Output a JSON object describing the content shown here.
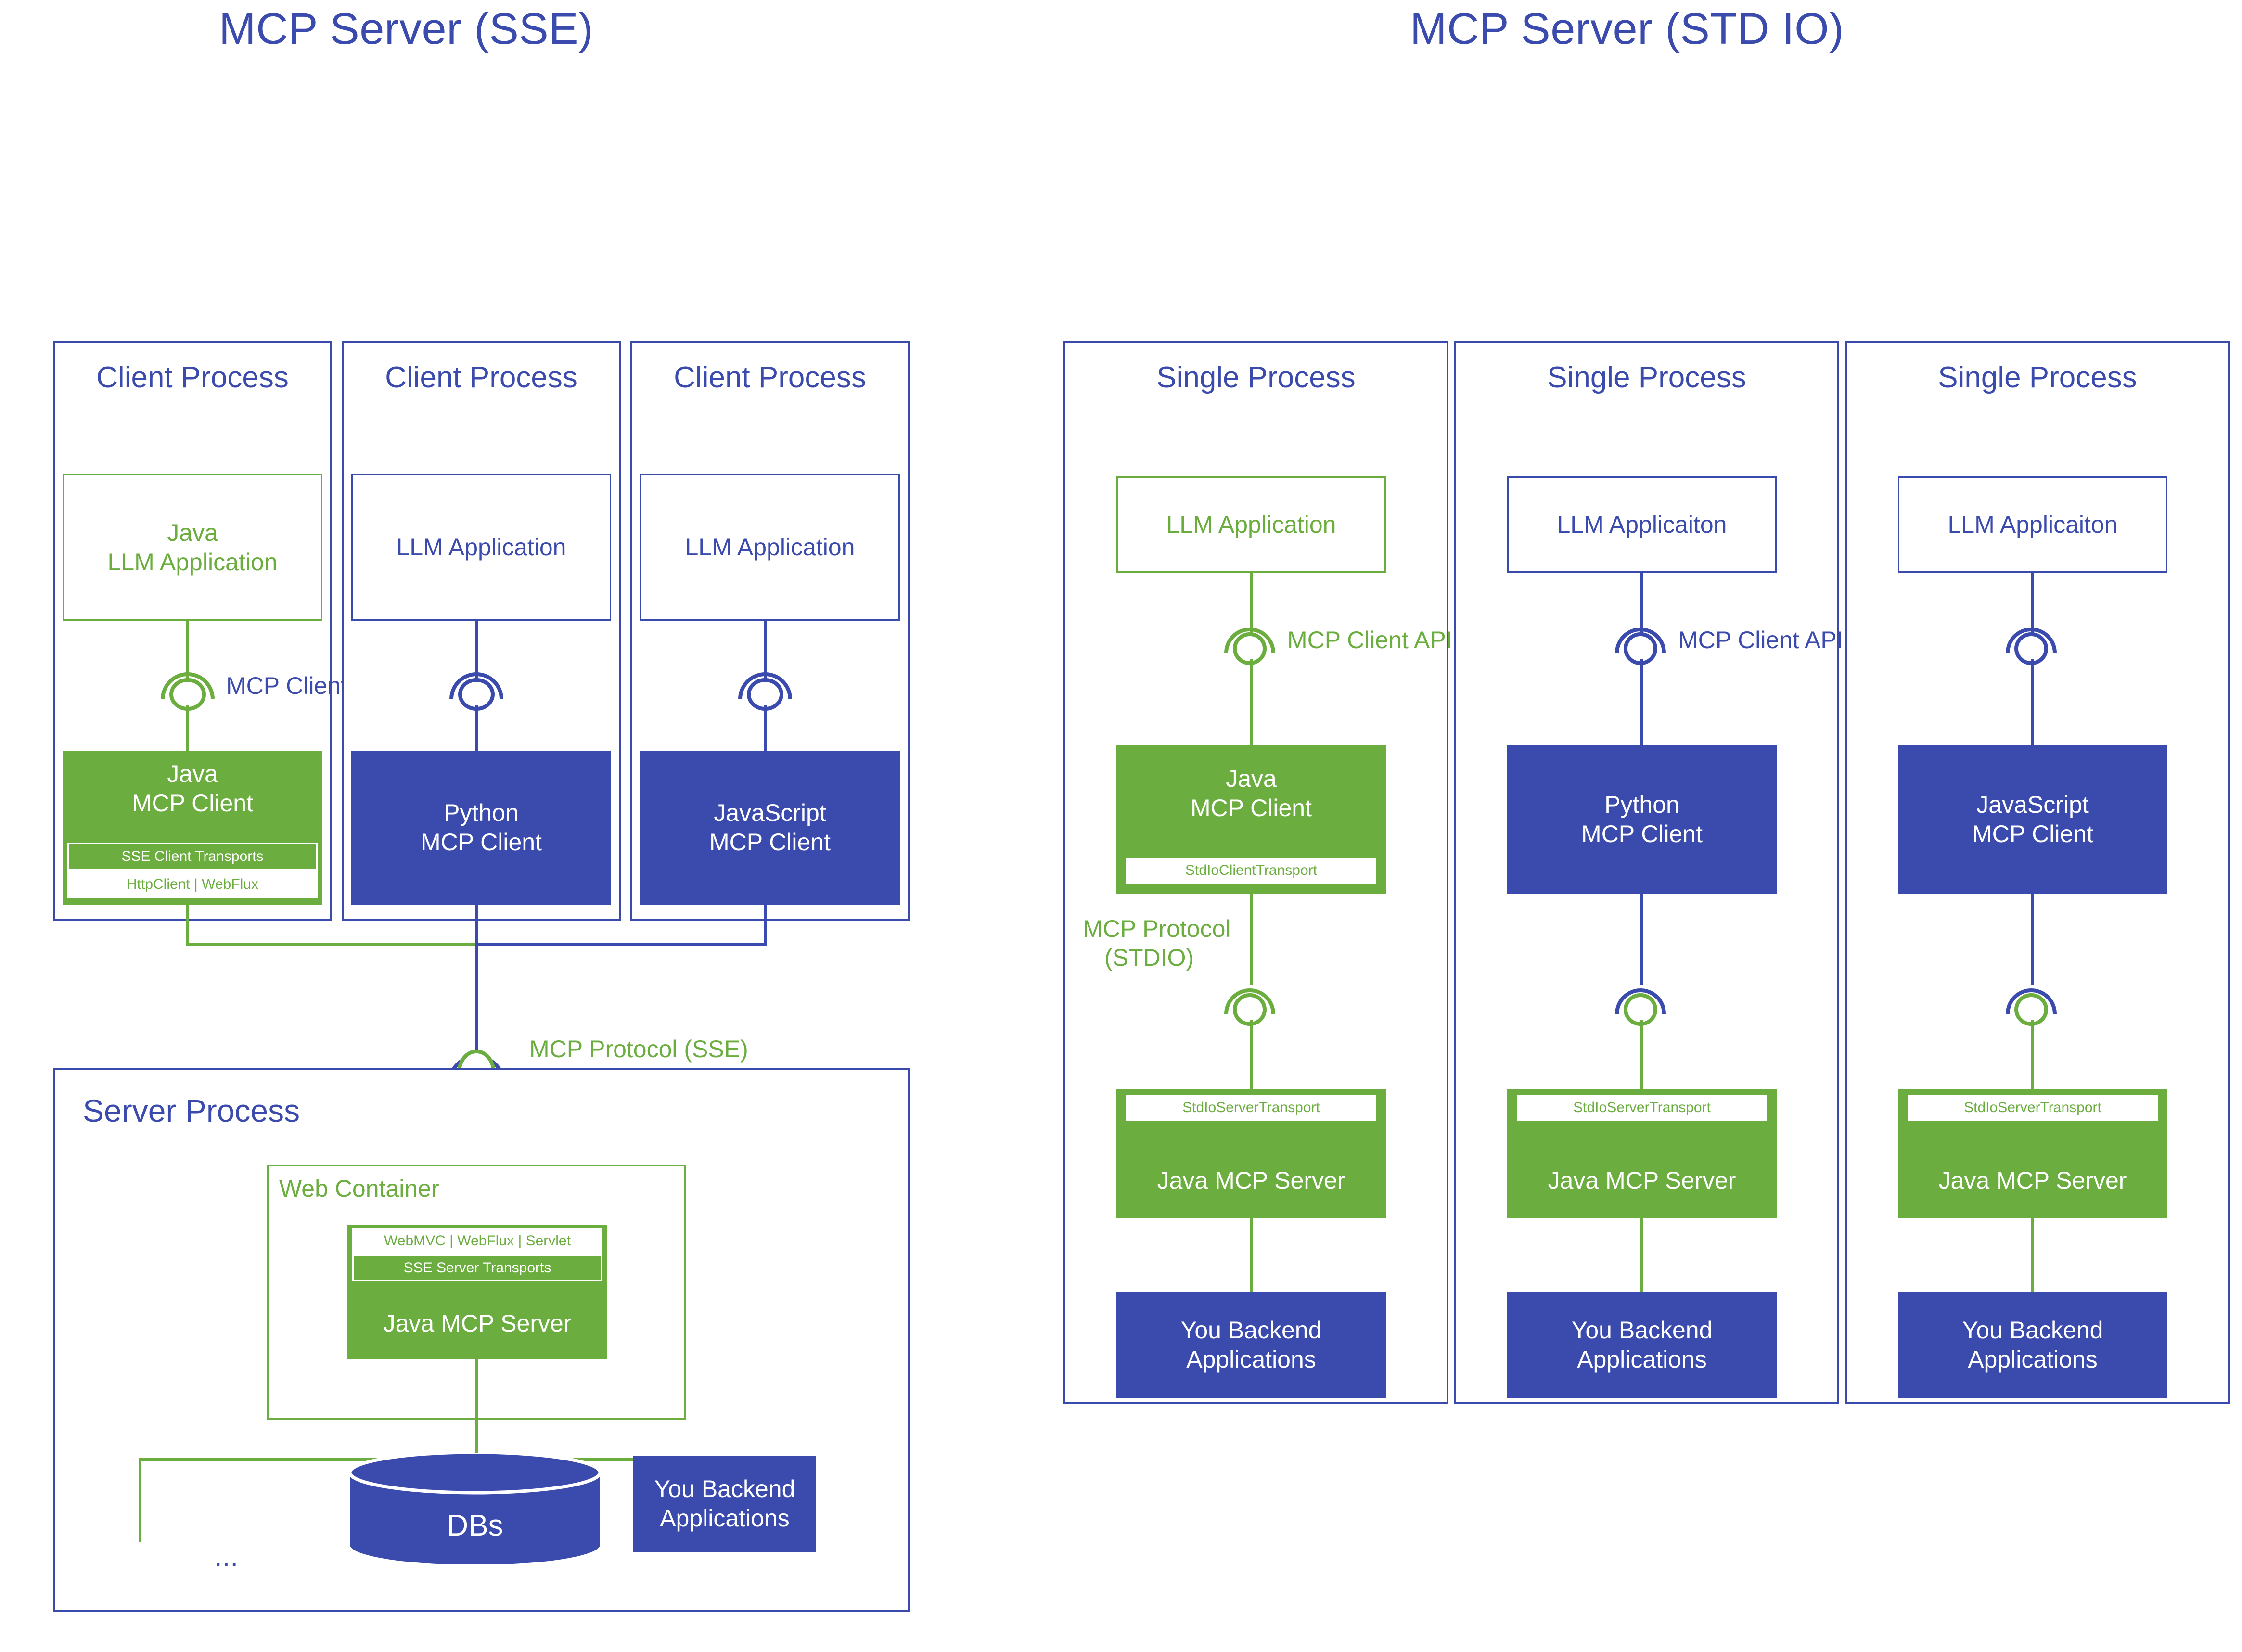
{
  "diagram": {
    "left_title": "MCP Server (SSE)",
    "right_title": "MCP Server (STD IO)"
  },
  "colors": {
    "blue": "#3b4bad",
    "green": "#6cad3f",
    "white": "#ffffff"
  },
  "sse": {
    "clients": [
      {
        "process_title": "Client Process",
        "app_line1": "Java",
        "app_line2": "LLM Application",
        "app_style": "green-outline",
        "client_line1": "Java",
        "client_line2": "MCP Client",
        "client_style": "green-fill",
        "transport_top": "SSE Client Transports",
        "transport_bottom": "HttpClient | WebFlux"
      },
      {
        "process_title": "Client Process",
        "app_line1": "LLM Application",
        "app_style": "blue-outline",
        "client_line1": "Python",
        "client_line2": "MCP Client",
        "client_style": "blue-fill"
      },
      {
        "process_title": "Client Process",
        "app_line1": "LLM Application",
        "app_style": "blue-outline",
        "client_line1": "JavaScript",
        "client_line2": "MCP Client",
        "client_style": "blue-fill"
      }
    ],
    "mcp_client_api_label": "MCP Client API",
    "mcp_protocol_label": "MCP Protocol (SSE)",
    "server": {
      "process_title": "Server Process",
      "web_container_title": "Web Container",
      "transport_top": "WebMVC | WebFlux | Servlet",
      "transport_bottom": "SSE Server Transports",
      "server_name": "Java MCP Server",
      "db_label": "DBs",
      "backend_line1": "You Backend",
      "backend_line2": "Applications",
      "ellipsis": "..."
    }
  },
  "stdio": {
    "columns": [
      {
        "process_title": "Single Process",
        "app_label": "LLM Application",
        "app_style": "green-outline",
        "client_line1": "Java",
        "client_line2": "MCP Client",
        "client_style": "green-fill",
        "client_transport": "StdIoClientTransport",
        "protocol_line1": "MCP Protocol",
        "protocol_line2": "(STDIO)",
        "server_transport": "StdIoServerTransport",
        "server_name": "Java MCP Server",
        "backend_line1": "You Backend",
        "backend_line2": "Applications",
        "api_label": "MCP Client API"
      },
      {
        "process_title": "Single Process",
        "app_label": "LLM Applicaiton",
        "app_style": "blue-outline",
        "client_line1": "Python",
        "client_line2": "MCP Client",
        "client_style": "blue-fill",
        "server_transport": "StdIoServerTransport",
        "server_name": "Java MCP Server",
        "backend_line1": "You Backend",
        "backend_line2": "Applications",
        "api_label": "MCP Client API"
      },
      {
        "process_title": "Single Process",
        "app_label": "LLM Applicaiton",
        "app_style": "blue-outline",
        "client_line1": "JavaScript",
        "client_line2": "MCP Client",
        "client_style": "blue-fill",
        "server_transport": "StdIoServerTransport",
        "server_name": "Java MCP Server",
        "backend_line1": "You Backend",
        "backend_line2": "Applications",
        "api_label": ""
      }
    ]
  }
}
